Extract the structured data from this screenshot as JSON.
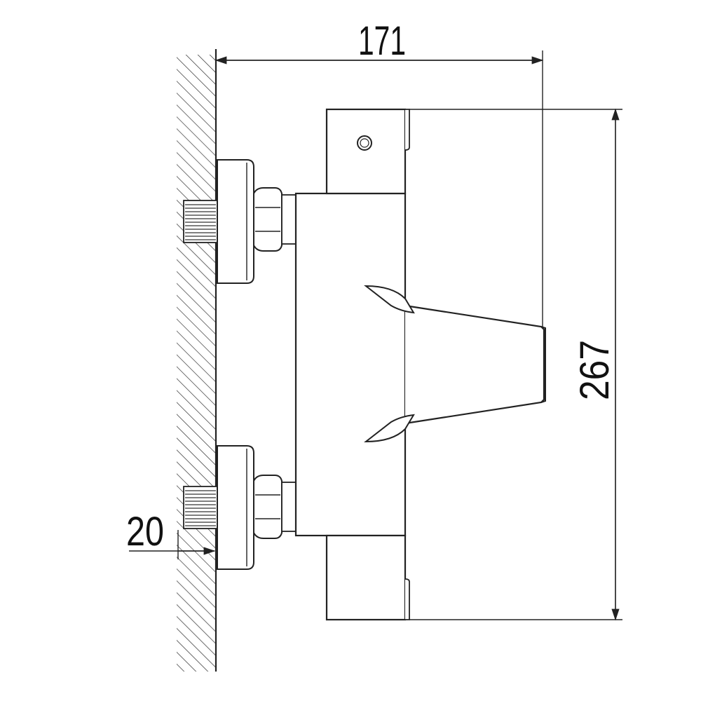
{
  "colors": {
    "line": "#222222",
    "background": "#ffffff"
  },
  "dimensions": {
    "overall_depth": "171",
    "overall_height": "267",
    "wall_offset": "20"
  }
}
